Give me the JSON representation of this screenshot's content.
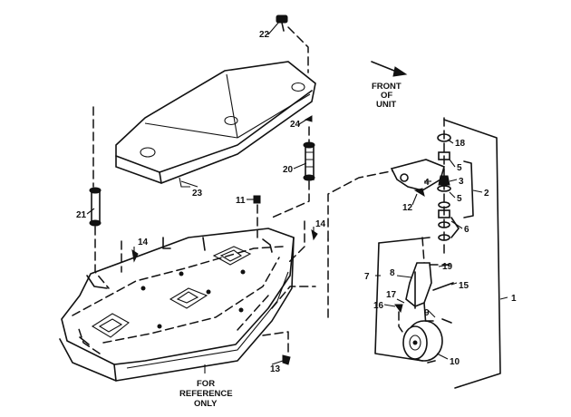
{
  "notes": {
    "front_line1": "FRONT",
    "front_line2": "OF",
    "front_line3": "UNIT",
    "ref_line1": "FOR",
    "ref_line2": "REFERENCE",
    "ref_line3": "ONLY"
  },
  "callouts": {
    "c1": "1",
    "c2": "2",
    "c3": "3",
    "c4": "4",
    "c5a": "5",
    "c5b": "5",
    "c6": "6",
    "c7": "7",
    "c8": "8",
    "c9": "9",
    "c10": "10",
    "c11": "11",
    "c12": "12",
    "c13": "13",
    "c14a": "14",
    "c14b": "14",
    "c15": "15",
    "c16": "16",
    "c17": "17",
    "c18": "18",
    "c19": "19",
    "c20": "20",
    "c21": "21",
    "c22": "22",
    "c23": "23",
    "c24": "24"
  }
}
